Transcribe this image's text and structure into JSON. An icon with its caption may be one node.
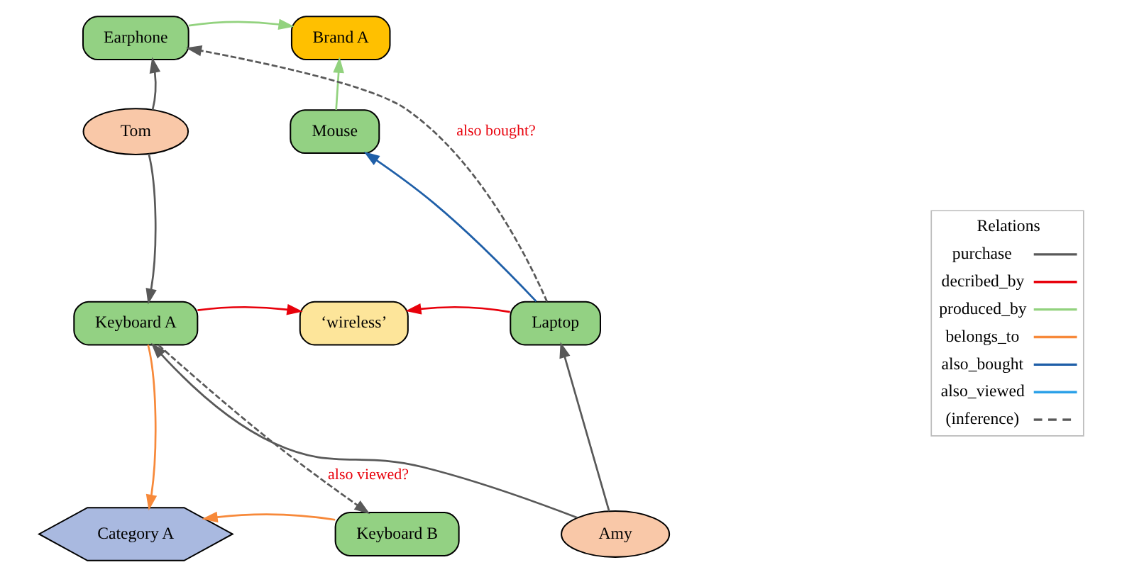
{
  "diagram": {
    "nodes": [
      {
        "text": [
          "Earphone"
        ]
      },
      {
        "text": [
          "Brand A"
        ]
      },
      {
        "text": [
          "Tom"
        ]
      },
      {
        "text": [
          "Mouse"
        ]
      },
      {
        "text": [
          "Keyboard A"
        ]
      },
      {
        "text": [
          "‘wireless’"
        ]
      },
      {
        "text": [
          "Laptop"
        ]
      },
      {
        "text": [
          "Category A"
        ]
      },
      {
        "text": [
          "Keyboard B"
        ]
      },
      {
        "text": [
          "Amy"
        ]
      }
    ],
    "edges": [
      {
        "from": 2,
        "to": 0,
        "arrow": "to"
      },
      {
        "from": 2,
        "to": 4,
        "arrow": "to"
      },
      {
        "from": 0,
        "to": 1,
        "arrow": "to",
        "color": "#92d27e"
      },
      {
        "from": 3,
        "to": 1,
        "arrow": "to",
        "color": "#92d27e"
      },
      {
        "from": 6,
        "to": 3,
        "arrow": "to",
        "color": "#1f5fa8"
      },
      {
        "from": 6,
        "to": 0,
        "arrow": "to",
        "style": "dashed",
        "label": "also bought?"
      },
      {
        "from": 4,
        "to": 5,
        "arrow": "to",
        "color": "#e8000b"
      },
      {
        "from": 6,
        "to": 5,
        "arrow": "to",
        "color": "#e8000b"
      },
      {
        "from": 4,
        "to": 7,
        "arrow": "to",
        "color": "#f7893a"
      },
      {
        "from": 4,
        "to": 8,
        "arrow": "to",
        "style": "dashed",
        "label": "also viewed?"
      },
      {
        "from": 8,
        "to": 7,
        "arrow": "to",
        "color": "#f7893a"
      },
      {
        "from": 9,
        "to": 4,
        "arrow": "to"
      },
      {
        "from": 9,
        "to": 6,
        "arrow": "to"
      }
    ],
    "labels": [
      "Relations"
    ],
    "legend": [
      {
        "text": "purchase"
      },
      {
        "text": "decribed_by"
      },
      {
        "text": "produced_by"
      },
      {
        "text": "belongs_to"
      },
      {
        "text": "also_bought"
      },
      {
        "text": "also_viewed"
      },
      {
        "text": "(inference)"
      }
    ]
  }
}
